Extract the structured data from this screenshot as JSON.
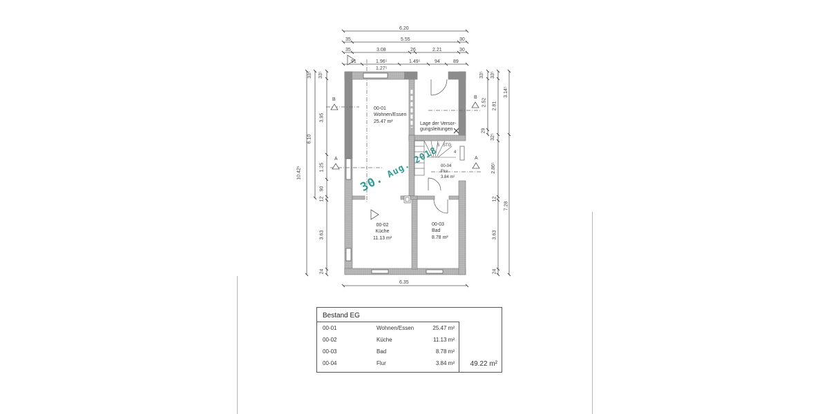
{
  "document": {
    "type": "floor-plan-scan",
    "stamp": {
      "day": "30.",
      "month": "Aug.",
      "year": "2018",
      "color": "#1f8f8a"
    }
  },
  "dimensions": {
    "top": {
      "row1": [
        "6.20"
      ],
      "row2": [
        "35",
        "5.55",
        "30"
      ],
      "row3": [
        "35",
        "3.08",
        "26",
        "2.21",
        "30"
      ],
      "row4": [
        "91",
        "1.96⁵",
        "1.49⁵",
        "94",
        "89"
      ],
      "row4_sub": "1.27⁵"
    },
    "bottom": [
      "6.35"
    ],
    "left": {
      "outer": [
        "10.42⁵"
      ],
      "middle": [
        "33⁵",
        "6.10"
      ],
      "inner": [
        "33⁵",
        "3.95",
        "1.25",
        "90",
        "12",
        "3.63",
        "24"
      ]
    },
    "right": {
      "inner": [
        "33⁵",
        "2.52",
        "29"
      ],
      "middle": [
        "33⁵",
        "2.81",
        "32⁵",
        "2.86⁵",
        "12",
        "3.63",
        "24"
      ],
      "outer": [
        "3.14⁵",
        "7.28"
      ]
    }
  },
  "section_markers": [
    {
      "label": "B",
      "side": "left"
    },
    {
      "label": "B",
      "side": "right"
    },
    {
      "label": "A",
      "side": "left"
    },
    {
      "label": "A",
      "side": "right"
    }
  ],
  "rooms": [
    {
      "id": "00-01",
      "name": "Wohnen/Essen",
      "area": "25.47 m²"
    },
    {
      "id": "00-02",
      "name": "Küche",
      "area": "11.13 m²"
    },
    {
      "id": "00-03",
      "name": "Bad",
      "area": "8.78 m²"
    },
    {
      "id": "00-04",
      "name": "Flur",
      "area": "3.84 m²"
    }
  ],
  "annotations": {
    "utility": "Lage der Versor-\ngungsleitungen",
    "stair_up": "STG",
    "stair_nums": [
      "5",
      "4"
    ]
  },
  "legend": {
    "title": "Bestand EG",
    "rows": [
      {
        "id": "00-01",
        "name": "Wohnen/Essen",
        "area": "25.47 m²"
      },
      {
        "id": "00-02",
        "name": "Küche",
        "area": "11.13 m²"
      },
      {
        "id": "00-03",
        "name": "Bad",
        "area": "8.78 m²"
      },
      {
        "id": "00-04",
        "name": "Flur",
        "area": "3.84 m²"
      }
    ],
    "total": "49.22 m²"
  },
  "colors": {
    "wall": "#8c8c8c",
    "wall_light": "#c4c4c4",
    "line": "#555555"
  }
}
